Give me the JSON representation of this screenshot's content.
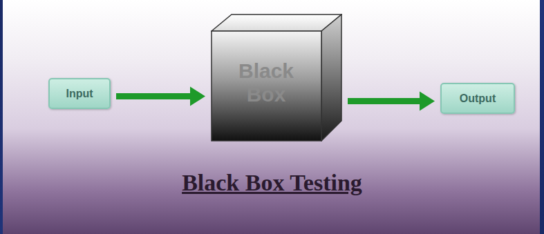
{
  "diagram": {
    "title": "Black Box Testing",
    "nodes": [
      {
        "text": [
          "Input"
        ]
      },
      {
        "text": [
          "Black Box"
        ]
      },
      {
        "text": [
          "Output"
        ]
      }
    ],
    "edges": [
      {
        "from": 0,
        "to": 1,
        "arrow": "to"
      },
      {
        "from": 1,
        "to": 2,
        "arrow": "to"
      }
    ]
  }
}
